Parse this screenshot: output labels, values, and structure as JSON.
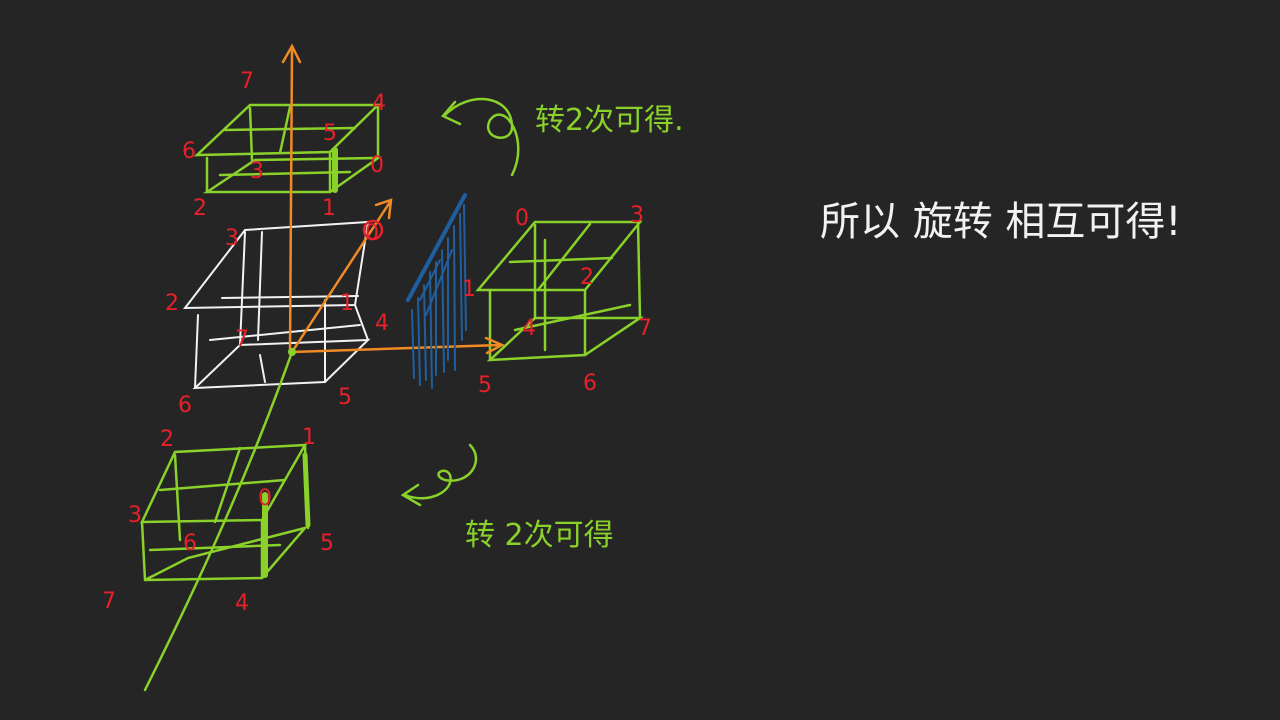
{
  "colors": {
    "background": "#252525",
    "green": "#8ad12a",
    "white": "#f2f2f2",
    "red": "#e8202a",
    "orange": "#f08a24",
    "blue": "#1f5fa0"
  },
  "notes": {
    "top": "转2次可得.",
    "bottom": "转 2次可得",
    "main": "所以 旋转 相互可得!"
  },
  "cube_top": {
    "labels": [
      "7",
      "4",
      "6",
      "5",
      "0",
      "3",
      "2",
      "1"
    ]
  },
  "cube_center": {
    "labels": [
      "3",
      "0",
      "2",
      "1",
      "4",
      "7",
      "6",
      "5"
    ]
  },
  "cube_right": {
    "labels": [
      "0",
      "3",
      "1",
      "2",
      "4",
      "7",
      "5",
      "6"
    ]
  },
  "cube_bottom": {
    "labels": [
      "2",
      "1",
      "3",
      "0",
      "5",
      "6",
      "7",
      "4"
    ]
  }
}
